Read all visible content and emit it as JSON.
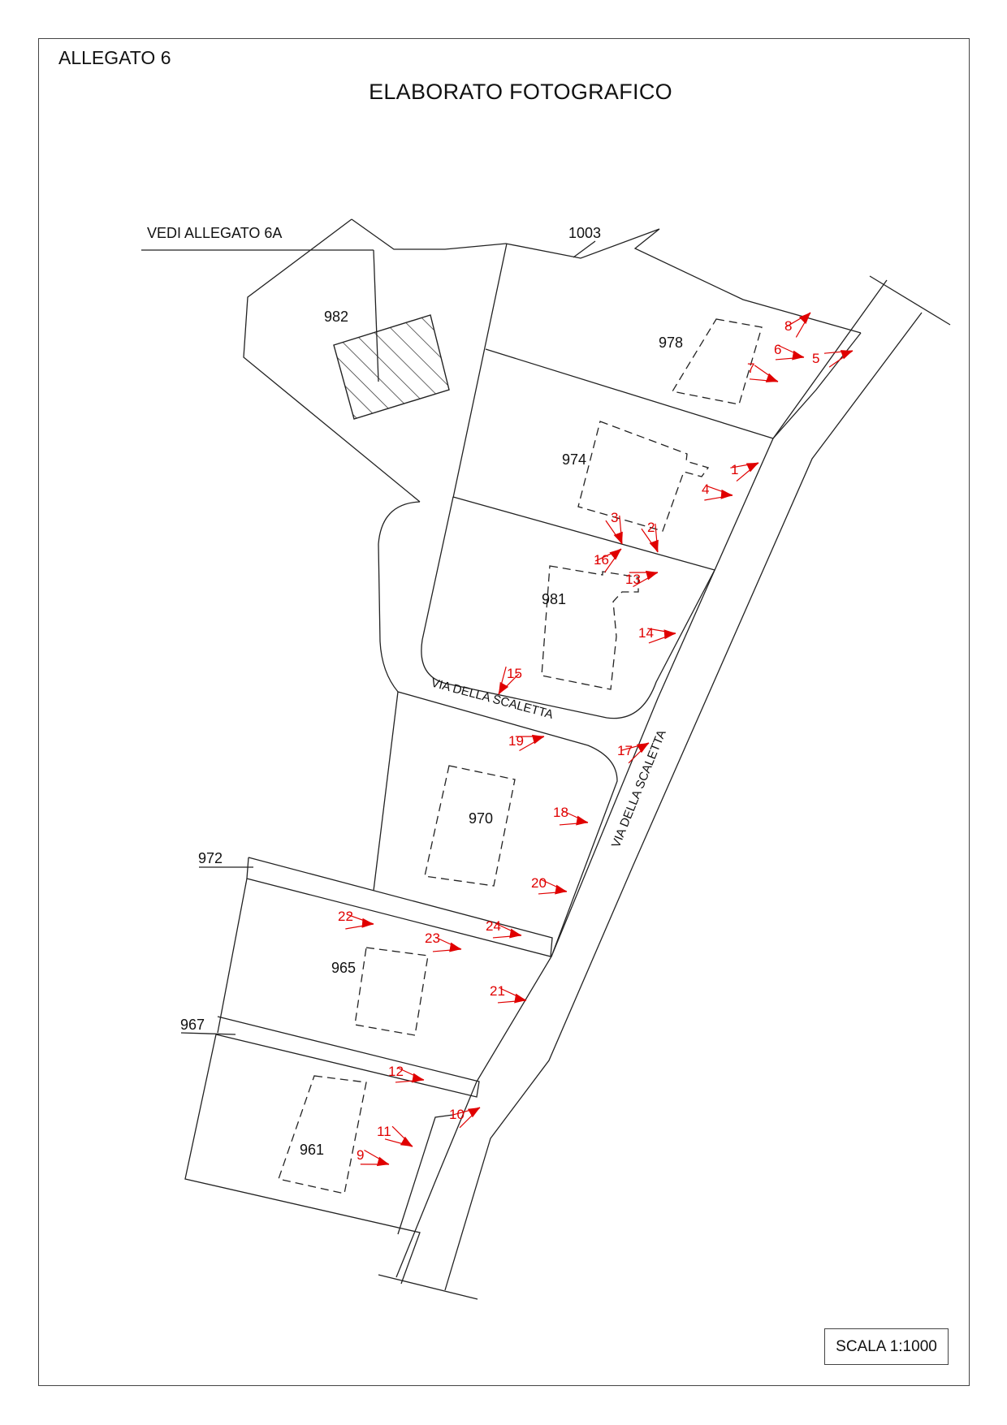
{
  "header": {
    "allegato": "ALLEGATO 6",
    "title": "ELABORATO FOTOGRAFICO"
  },
  "map": {
    "reference_note": "VEDI ALLEGATO 6A",
    "parcels": [
      "1003",
      "982",
      "978",
      "974",
      "981",
      "970",
      "972",
      "965",
      "967",
      "961"
    ],
    "roads": [
      "VIA DELLA SCALETTA",
      "VIA DELLA SCALETTA"
    ],
    "photo_points": [
      "1",
      "2",
      "3",
      "4",
      "5",
      "6",
      "7",
      "8",
      "9",
      "10",
      "11",
      "12",
      "13",
      "14",
      "15",
      "16",
      "17",
      "18",
      "19",
      "20",
      "21",
      "22",
      "23",
      "24"
    ],
    "photo_color": "#e00000"
  },
  "footer": {
    "scale": "SCALA 1:1000"
  }
}
